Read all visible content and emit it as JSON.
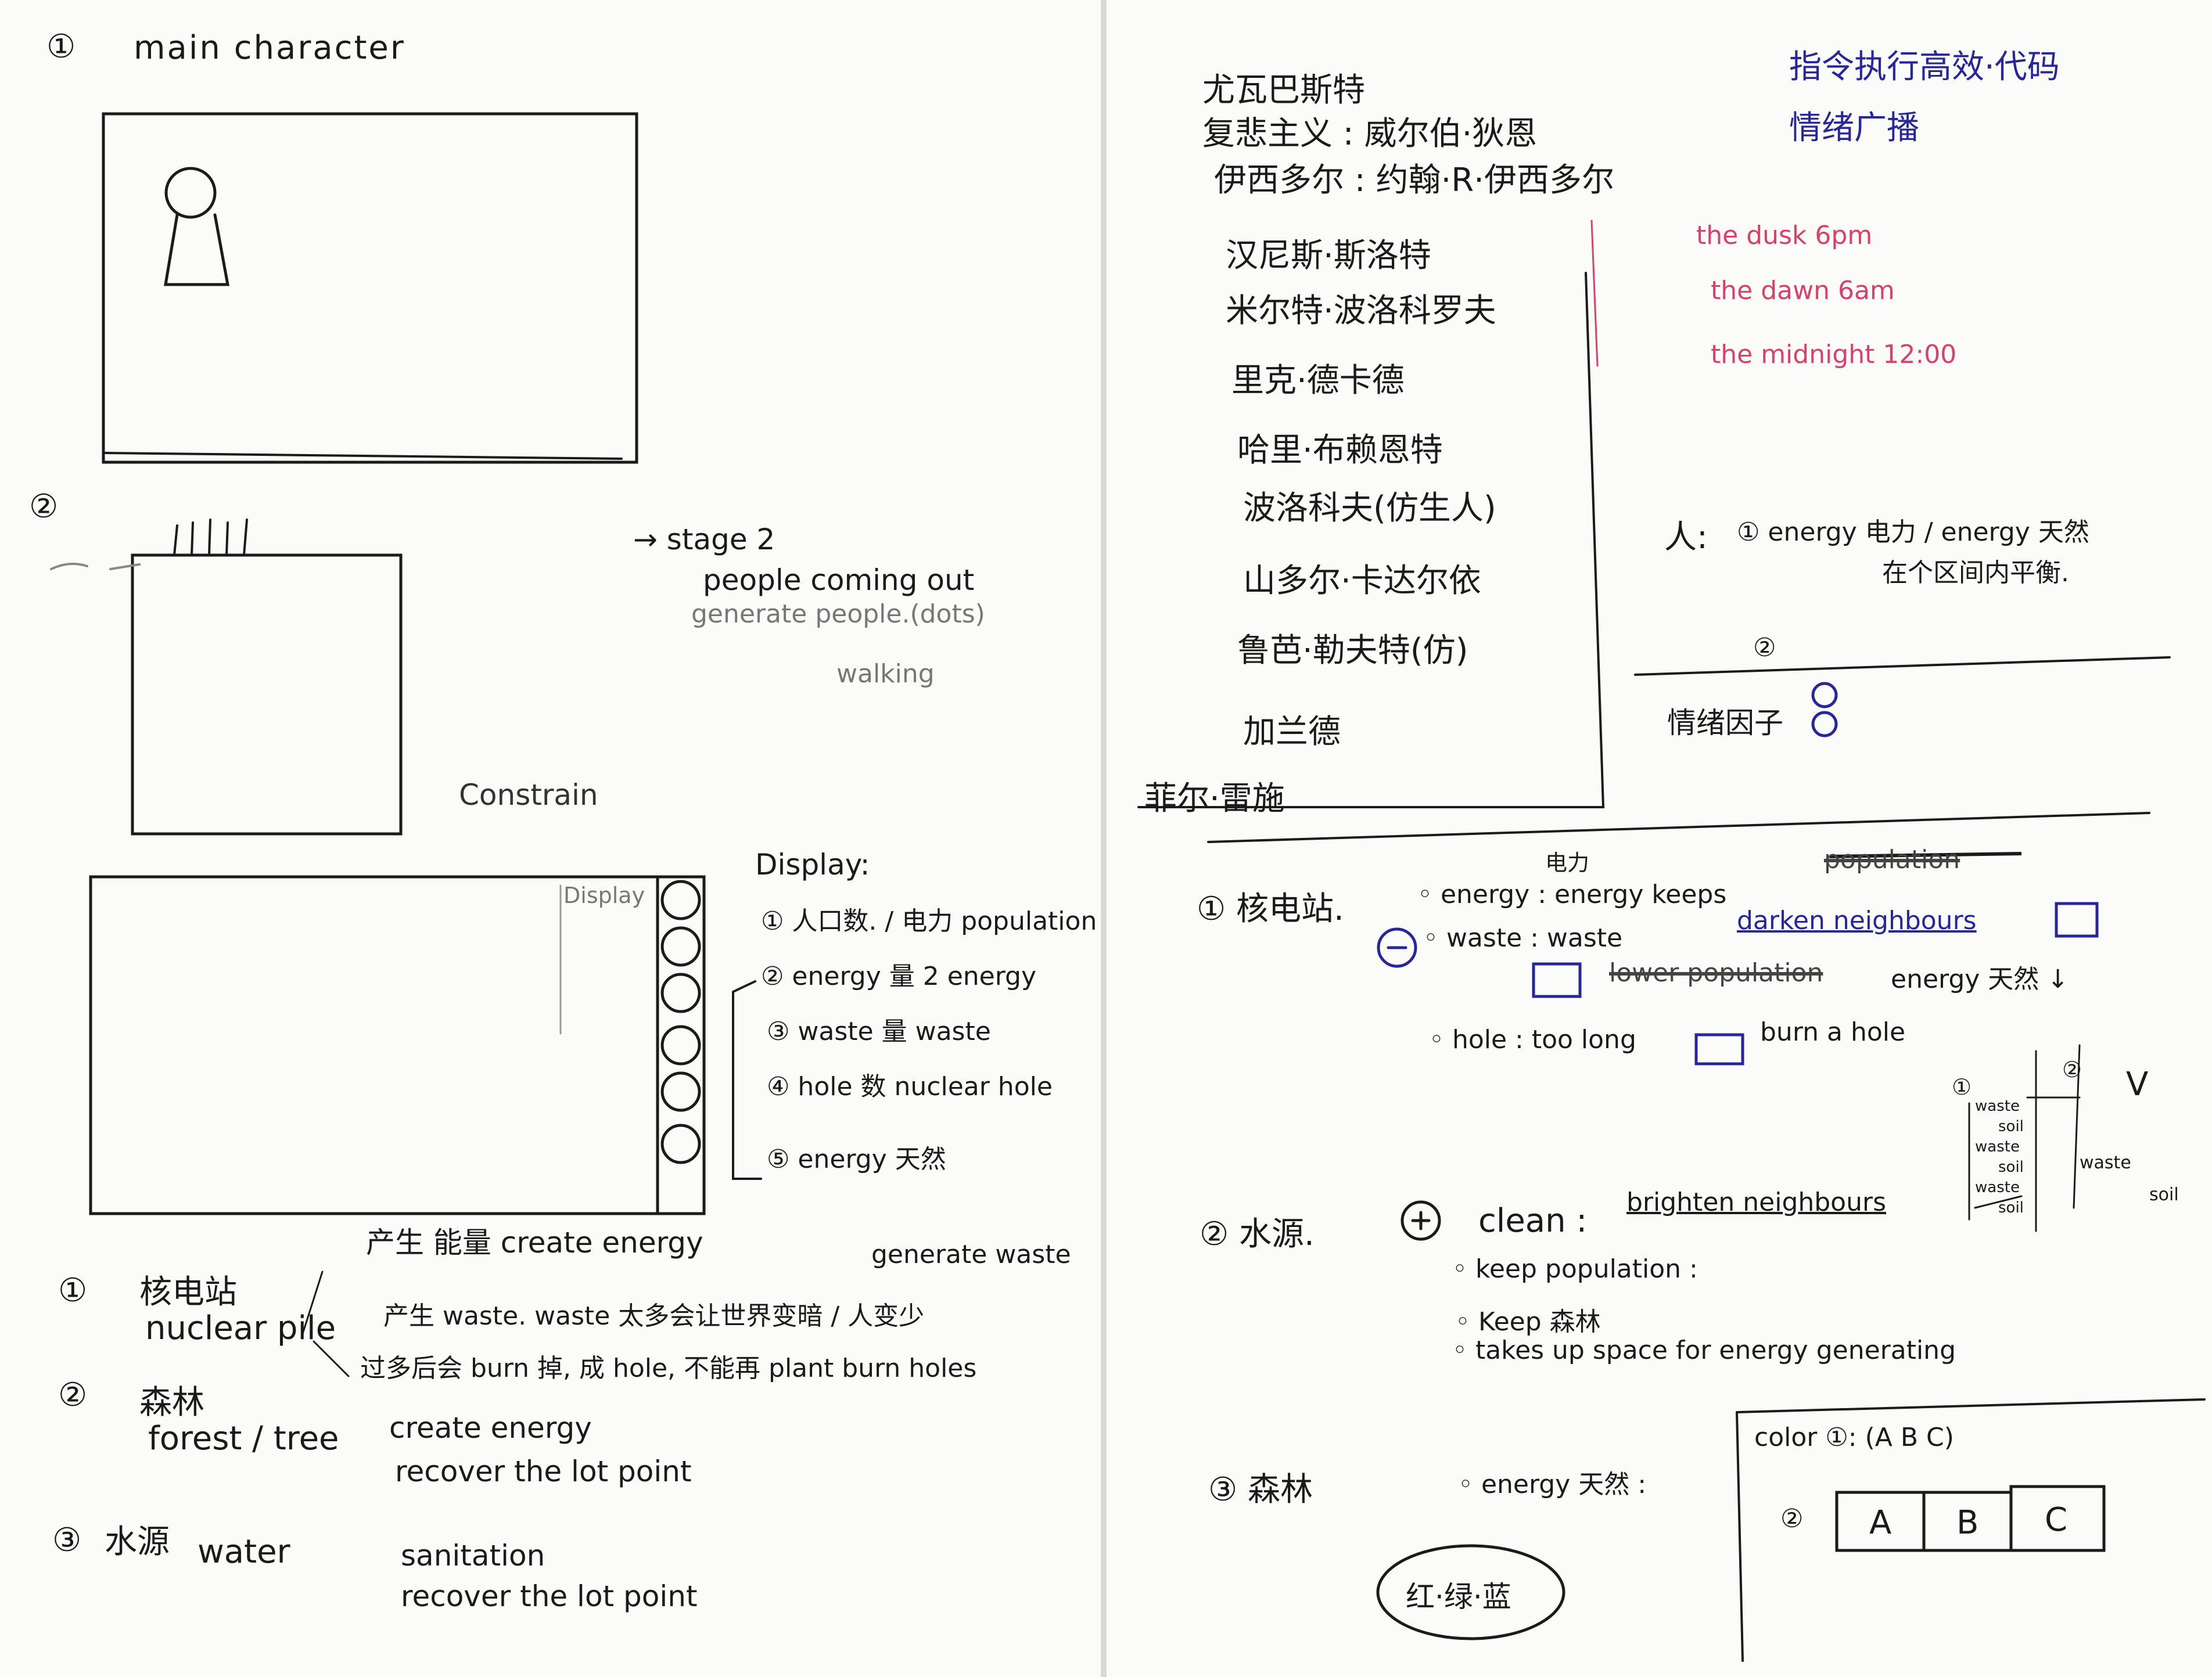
{
  "left_page": {
    "sec1": {
      "num": "①",
      "title": "main character"
    },
    "sec2": {
      "num": "②",
      "stage_arrow": "→ stage 2",
      "people": "people coming out",
      "generate": "generate people.(dots)",
      "walking": "walking",
      "constrain": "Constrain"
    },
    "display_mock": {
      "label": "Display"
    },
    "display_list": {
      "title": "Display:",
      "items": [
        "① 人口数. / 电力 population",
        "② energy 量 2 energy",
        "③ waste 量 waste",
        "④ hole 数 nuclear hole",
        "⑤ energy 天然"
      ]
    },
    "notes": {
      "create_waste": "generate waste",
      "n1_num": "①",
      "n1_cn": "核电站",
      "n1_en": "nuclear pile",
      "n1_a": "产生 能量 create energy",
      "n1_b": "产生 waste. waste 太多会让世界变暗 / 人变少",
      "n1_c": "过多后会 burn 掉, 成 hole, 不能再 plant  burn holes",
      "n2_num": "②",
      "n2_cn": "森林",
      "n2_en": "forest / tree",
      "n2_a": "create energy",
      "n2_b": "recover the lot point",
      "n3_num": "③",
      "n3_cn": "水源",
      "n3_en": "water",
      "n3_a": "sanitation",
      "n3_b": "recover the lot point"
    }
  },
  "right_page": {
    "names": [
      "尤瓦巴斯特",
      "复悲主义 : 威尔伯·狄恩",
      "伊西多尔 : 约翰·R·伊西多尔",
      "汉尼斯·斯洛特",
      "米尔特·波洛科罗夫",
      "里克·德卡德",
      "哈里·布赖恩特",
      "波洛科夫(仿生人)",
      "山多尔·卡达尔依",
      "鲁芭·勒夫特(仿)",
      "加兰德",
      "菲尔·雷施"
    ],
    "blue_note": [
      "指令执行高效·代码",
      "情绪广播"
    ],
    "times": [
      "the dusk  6pm",
      "the dawn  6am",
      "the midnight  12:00"
    ],
    "people_note": {
      "label": "人:",
      "a": "① energy 电力 / energy 天然",
      "b": "在个区间内平衡.",
      "c": "②",
      "d": "情绪因子"
    },
    "pile": {
      "num": "① 核电站.",
      "energy_label": "电力",
      "energy": "◦ energy :  energy keeps",
      "energy_strike": "population",
      "waste": "◦ waste :  waste",
      "waste_u": "darken neighbours",
      "row3_strike": "lower population",
      "row3": "energy 天然 ↓",
      "hole": "◦ hole :  too long",
      "hole_b": "burn a hole"
    },
    "water": {
      "num": "② 水源.",
      "clean": "clean :",
      "clean_u": "brighten neighbours",
      "b1": "◦ keep population :",
      "b2": "◦ Keep 森林",
      "b3": "◦ takes up space for energy generating"
    },
    "forest": {
      "num": "③ 森林",
      "text": "◦ energy 天然 :"
    },
    "oval": "红·绿·蓝",
    "box": {
      "color": "color ①: (A B C)",
      "num": "②",
      "cells": [
        "A",
        "B",
        "C"
      ]
    },
    "diagram": {
      "a": "①",
      "b": "②",
      "w1": "waste",
      "s1": "soil",
      "w2": "waste",
      "s2": "soil",
      "w3": "waste",
      "s3": "soil",
      "v": "V",
      "w4": "waste",
      "s4": "soil"
    }
  }
}
